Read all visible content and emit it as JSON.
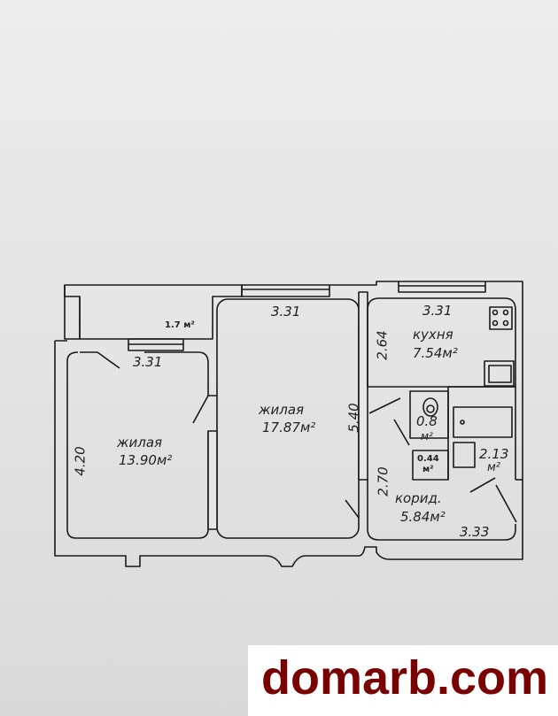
{
  "rooms": {
    "balcony": {
      "area": "1.7 м²"
    },
    "living1": {
      "name": "жилая",
      "area": "13.90м²"
    },
    "living2": {
      "name": "жилая",
      "area": "17.87м²"
    },
    "kitchen": {
      "name": "кухня",
      "area": "7.54м²"
    },
    "wc": {
      "area_num": "0.8",
      "area_unit": "м²"
    },
    "closet": {
      "area_num": "0.44",
      "area_unit": "м²"
    },
    "bath": {
      "area_num": "2.13",
      "area_unit": "м²"
    },
    "corridor": {
      "name": "корид.",
      "area": "5.84м²"
    }
  },
  "dimensions": {
    "living1_width": "3.31",
    "living1_length": "4.20",
    "living2_width": "3.31",
    "living2_length": "5.40",
    "kitchen_width": "3.31",
    "kitchen_length": "2.64",
    "corridor_length": "2.70",
    "corridor_width": "3.33"
  },
  "watermark": {
    "text": "domarb.com",
    "color": "#7a0000"
  },
  "colors": {
    "line": "#1a1a1a"
  }
}
